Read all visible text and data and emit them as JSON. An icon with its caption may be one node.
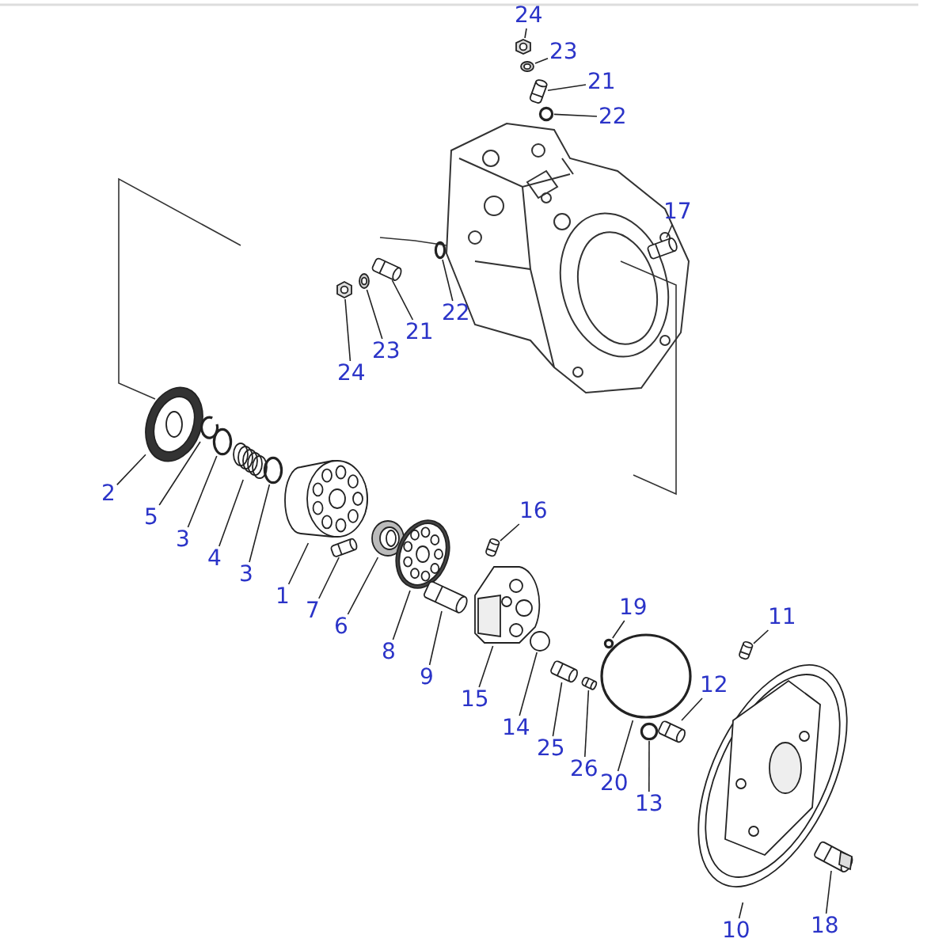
{
  "diagram": {
    "nodes": [
      {
        "text": [
          "24"
        ]
      },
      {
        "text": [],
        "shape": "picture"
      },
      {
        "text": [
          "23"
        ]
      },
      {
        "text": [],
        "shape": "picture"
      },
      {
        "text": [
          "21"
        ]
      },
      {
        "text": [],
        "shape": "picture"
      },
      {
        "text": [
          "22"
        ]
      },
      {
        "text": [],
        "shape": "circle"
      },
      {
        "text": [
          "17"
        ]
      },
      {
        "text": [],
        "shape": "picture"
      },
      {
        "text": [
          "22"
        ]
      },
      {
        "text": [],
        "shape": "circle"
      },
      {
        "text": [
          "21"
        ]
      },
      {
        "text": [],
        "shape": "picture"
      },
      {
        "text": [
          "23"
        ]
      },
      {
        "text": [],
        "shape": "picture"
      },
      {
        "text": [
          "24"
        ]
      },
      {
        "text": [],
        "shape": "picture"
      },
      {
        "text": [
          "2"
        ]
      },
      {
        "text": [],
        "shape": "picture"
      },
      {
        "text": [
          "5"
        ]
      },
      {
        "text": [],
        "shape": "picture"
      },
      {
        "text": [
          "3"
        ]
      },
      {
        "text": [],
        "shape": "circle"
      },
      {
        "text": [
          "4"
        ]
      },
      {
        "text": [],
        "shape": "picture"
      },
      {
        "text": [
          "3"
        ]
      },
      {
        "text": [],
        "shape": "circle"
      },
      {
        "text": [
          "1"
        ]
      },
      {
        "text": [],
        "shape": "picture"
      },
      {
        "text": [
          "7"
        ]
      },
      {
        "text": [],
        "shape": "picture"
      },
      {
        "text": [
          "6"
        ]
      },
      {
        "text": [],
        "shape": "picture"
      },
      {
        "text": [
          "8"
        ]
      },
      {
        "text": [],
        "shape": "picture"
      },
      {
        "text": [
          "9"
        ]
      },
      {
        "text": [],
        "shape": "picture"
      },
      {
        "text": [
          "16"
        ]
      },
      {
        "text": [],
        "shape": "picture"
      },
      {
        "text": [
          "15"
        ]
      },
      {
        "text": [],
        "shape": "picture"
      },
      {
        "text": [
          "14"
        ]
      },
      {
        "text": [],
        "shape": "circle"
      },
      {
        "text": [
          "19"
        ]
      },
      {
        "text": [],
        "shape": "circle"
      },
      {
        "text": [
          "25"
        ]
      },
      {
        "text": [],
        "shape": "picture"
      },
      {
        "text": [
          "26"
        ]
      },
      {
        "text": [],
        "shape": "picture"
      },
      {
        "text": [
          "20"
        ]
      },
      {
        "text": [],
        "shape": "circle"
      },
      {
        "text": [
          "13"
        ]
      },
      {
        "text": [],
        "shape": "circle"
      },
      {
        "text": [
          "12"
        ]
      },
      {
        "text": [],
        "shape": "picture"
      },
      {
        "text": [
          "11"
        ]
      },
      {
        "text": [],
        "shape": "picture"
      },
      {
        "text": [
          "10"
        ]
      },
      {
        "text": [],
        "shape": "picture"
      },
      {
        "text": [
          "18"
        ]
      },
      {
        "text": [],
        "shape": "picture"
      }
    ],
    "edges": [
      {
        "from": 0,
        "to": 1,
        "arrow": "none"
      },
      {
        "from": 2,
        "to": 3,
        "arrow": "none"
      },
      {
        "from": 4,
        "to": 5,
        "arrow": "none"
      },
      {
        "from": 6,
        "to": 7,
        "arrow": "none"
      },
      {
        "from": 8,
        "to": 9,
        "arrow": "none"
      },
      {
        "from": 10,
        "to": 11,
        "arrow": "none"
      },
      {
        "from": 12,
        "to": 13,
        "arrow": "none"
      },
      {
        "from": 14,
        "to": 15,
        "arrow": "none"
      },
      {
        "from": 16,
        "to": 17,
        "arrow": "none"
      },
      {
        "from": 18,
        "to": 19,
        "arrow": "none"
      },
      {
        "from": 20,
        "to": 21,
        "arrow": "none"
      },
      {
        "from": 22,
        "to": 23,
        "arrow": "none"
      },
      {
        "from": 24,
        "to": 25,
        "arrow": "none"
      },
      {
        "from": 26,
        "to": 27,
        "arrow": "none"
      },
      {
        "from": 28,
        "to": 29,
        "arrow": "none"
      },
      {
        "from": 30,
        "to": 31,
        "arrow": "none"
      },
      {
        "from": 32,
        "to": 33,
        "arrow": "none"
      },
      {
        "from": 34,
        "to": 35,
        "arrow": "none"
      },
      {
        "from": 36,
        "to": 37,
        "arrow": "none"
      },
      {
        "from": 38,
        "to": 39,
        "arrow": "none"
      },
      {
        "from": 40,
        "to": 41,
        "arrow": "none"
      },
      {
        "from": 42,
        "to": 43,
        "arrow": "none"
      },
      {
        "from": 44,
        "to": 45,
        "arrow": "none"
      },
      {
        "from": 46,
        "to": 47,
        "arrow": "none"
      },
      {
        "from": 48,
        "to": 49,
        "arrow": "none"
      },
      {
        "from": 50,
        "to": 51,
        "arrow": "none"
      },
      {
        "from": 52,
        "to": 53,
        "arrow": "none"
      },
      {
        "from": 54,
        "to": 55,
        "arrow": "none"
      },
      {
        "from": 56,
        "to": 57,
        "arrow": "none"
      },
      {
        "from": 58,
        "to": 59,
        "arrow": "none"
      },
      {
        "from": 60,
        "to": 61,
        "arrow": "none"
      }
    ]
  }
}
